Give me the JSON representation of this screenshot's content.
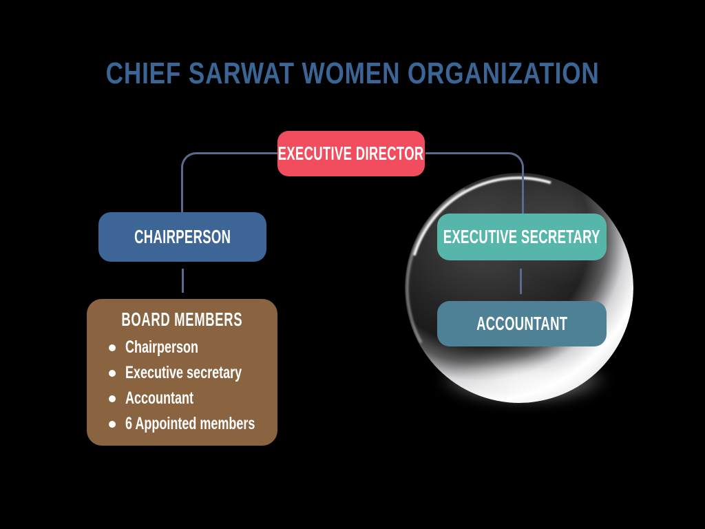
{
  "title": "CHIEF SARWAT WOMEN ORGANIZATION",
  "org_chart": {
    "executive_director": {
      "label": "EXECUTIVE DIRECTOR"
    },
    "chairperson": {
      "label": "CHAIRPERSON"
    },
    "executive_secretary": {
      "label": "EXECUTIVE SECRETARY"
    },
    "accountant": {
      "label": "ACCOUNTANT"
    },
    "board": {
      "title": "BOARD MEMBERS",
      "members": [
        "Chairperson",
        "Executive secretary",
        "Accountant",
        "6 Appointed members"
      ]
    }
  },
  "colors": {
    "background": "#000000",
    "title_text": "#3A6595",
    "executive_director_box": "#F14D5F",
    "chairperson_box": "#3D6697",
    "executive_secretary_box": "#56B6AA",
    "accountant_box": "#4E8096",
    "board_box": "#8A6341",
    "connector_line": "#5A6B8F",
    "box_text": "#FFFFFF"
  }
}
